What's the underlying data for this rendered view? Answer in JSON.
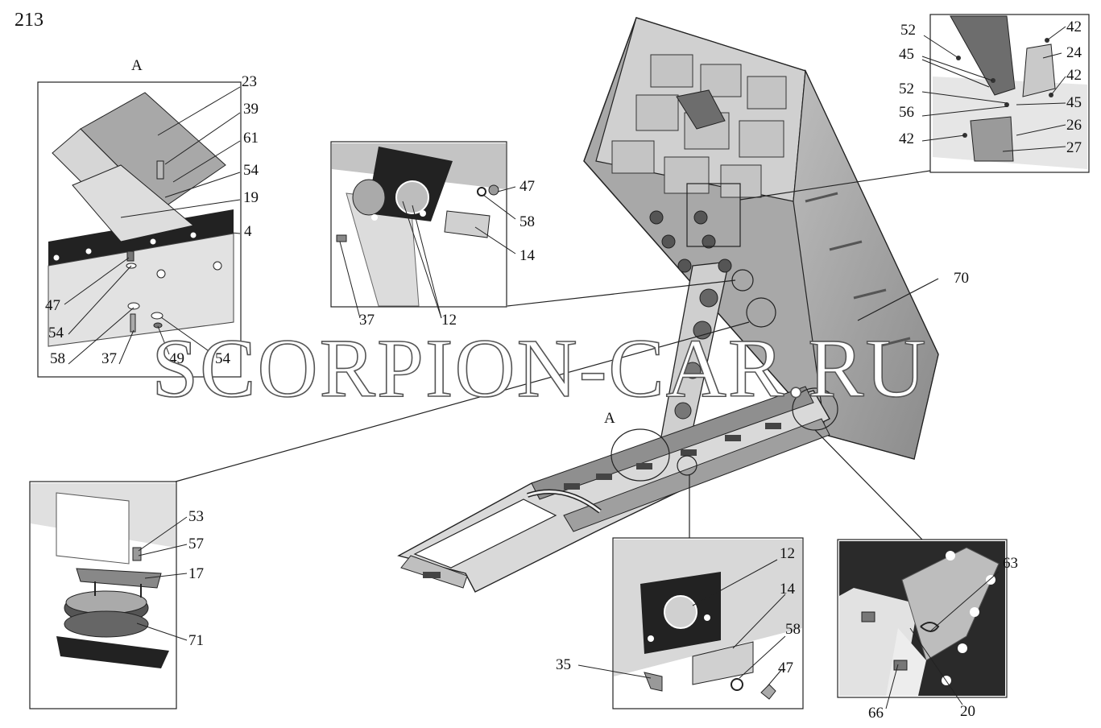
{
  "page_number": "213",
  "watermark": "SCORPION-CAR.RU",
  "detail_a": {
    "letter": "A",
    "callouts": [
      "23",
      "39",
      "61",
      "54",
      "19",
      "4",
      "47",
      "54",
      "58",
      "37",
      "49",
      "54"
    ]
  },
  "detail_pin": {
    "callouts": [
      "47",
      "58",
      "14",
      "37",
      "12"
    ]
  },
  "detail_top_right": {
    "callouts": [
      "52",
      "42",
      "45",
      "24",
      "42",
      "52",
      "45",
      "56",
      "26",
      "42",
      "27"
    ]
  },
  "main_view": {
    "callouts": [
      "70",
      "A"
    ]
  },
  "detail_cushion": {
    "callouts": [
      "53",
      "57",
      "17",
      "71"
    ]
  },
  "detail_bottom_center": {
    "callouts": [
      "12",
      "14",
      "58",
      "35",
      "47"
    ]
  },
  "detail_hook": {
    "callouts": [
      "63",
      "66",
      "20"
    ]
  },
  "colors": {
    "line": "#222222",
    "part_dark": "#2a2a2a",
    "part_mid": "#8c8c8c",
    "part_light": "#cfcfcf"
  }
}
